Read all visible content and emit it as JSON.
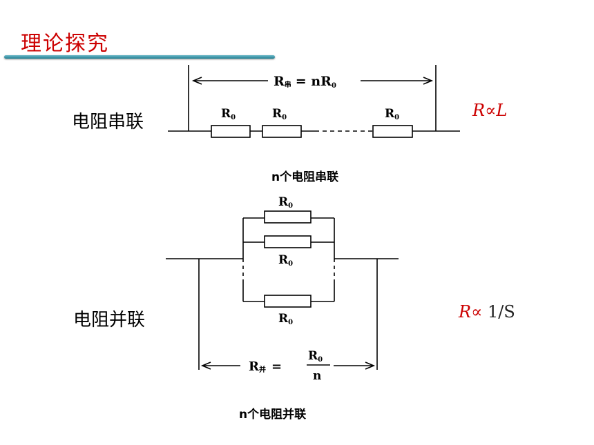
{
  "title": "理论探究",
  "series_section": {
    "label": "电阻串联",
    "relation_symbol": "R",
    "relation_op": "∝",
    "relation_var": "L",
    "total_R": "R",
    "total_sub": "串",
    "total_eq": "= nR",
    "total_eq_sub": "0",
    "resistor_R": "R",
    "resistor_sub": "0",
    "caption": "n个电阻串联"
  },
  "parallel_section": {
    "label": "电阻并联",
    "relation_symbol": "R",
    "relation_op": "∝",
    "relation_tail": "1/S",
    "total_R": "R",
    "total_sub": "并",
    "total_eq": "=",
    "frac_num": "R",
    "frac_num_sub": "0",
    "frac_den": "n",
    "resistor_R": "R",
    "resistor_sub": "0",
    "caption": "n个电阻并联"
  }
}
